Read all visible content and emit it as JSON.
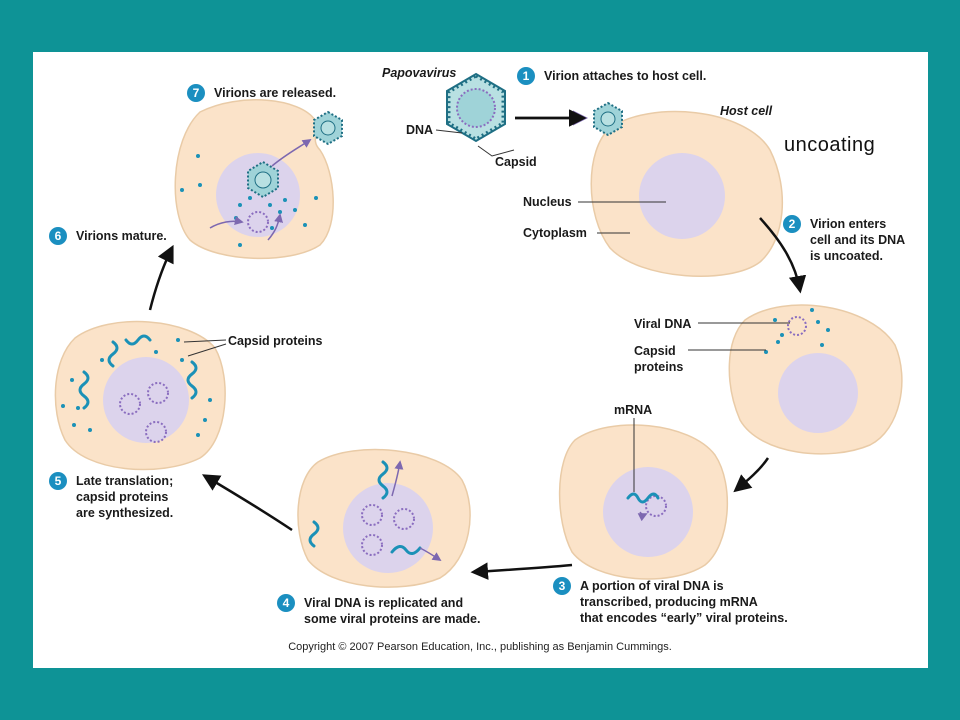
{
  "colors": {
    "background": "#0e9396",
    "panel": "#ffffff",
    "cell": "#fbe3c9",
    "cell_edge": "#e7c7a3",
    "nucleus": "#dcd3ec",
    "badge": "#1b8fc0",
    "dna_blue": "#1b91b7",
    "dna_purple": "#8a6dbf"
  },
  "title": {
    "virus_name": "Papovavirus",
    "host_cell": "Host cell",
    "note": "uncoating"
  },
  "labels": {
    "dna": "DNA",
    "capsid": "Capsid",
    "nucleus": "Nucleus",
    "cytoplasm": "Cytoplasm",
    "viral_dna": "Viral DNA",
    "capsid_proteins_a": "Capsid",
    "capsid_proteins_b": "proteins",
    "mrna": "mRNA",
    "capsid_proteins": "Capsid proteins"
  },
  "steps": [
    {
      "n": "1",
      "lines": [
        "Virion attaches to host cell."
      ]
    },
    {
      "n": "2",
      "lines": [
        "Virion enters",
        "cell and its DNA",
        "is uncoated."
      ]
    },
    {
      "n": "3",
      "lines": [
        "A portion of viral DNA is",
        "transcribed, producing mRNA",
        "that encodes “early” viral proteins."
      ]
    },
    {
      "n": "4",
      "lines": [
        "Viral DNA is replicated and",
        "some viral proteins are made."
      ]
    },
    {
      "n": "5",
      "lines": [
        "Late translation;",
        "capsid proteins",
        "are synthesized."
      ]
    },
    {
      "n": "6",
      "lines": [
        "Virions mature."
      ]
    },
    {
      "n": "7",
      "lines": [
        "Virions are released."
      ]
    }
  ],
  "copyright": "Copyright © 2007 Pearson Education, Inc., publishing as Benjamin Cummings."
}
